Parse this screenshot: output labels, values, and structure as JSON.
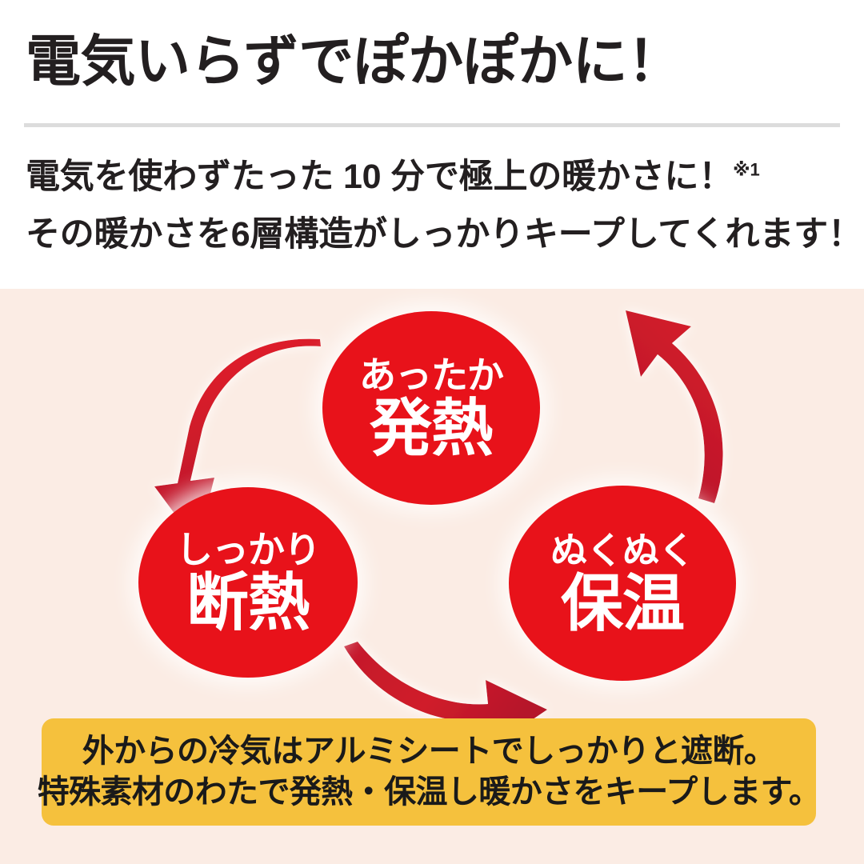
{
  "header": {
    "headline": "電気いらずでぽかぽかに！",
    "subtitle_line1": "電気を使わずたった 10 分で極上の暖かさに！",
    "subtitle_footnote": "※1",
    "subtitle_line2": "その暖かさを6層構造がしっかりキープしてくれます！"
  },
  "diagram": {
    "type": "cycle",
    "bubbles": [
      {
        "id": "heat",
        "small_label": "あったか",
        "big_label": "発熱",
        "position": "top"
      },
      {
        "id": "insulate",
        "small_label": "しっかり",
        "big_label": "断熱",
        "position": "left"
      },
      {
        "id": "warm",
        "small_label": "ぬくぬく",
        "big_label": "保温",
        "position": "right"
      }
    ],
    "arrows": [
      {
        "id": "heat-to-insulate",
        "from": "heat",
        "to": "insulate",
        "direction": "down-left"
      },
      {
        "id": "insulate-to-warm",
        "from": "insulate",
        "to": "warm",
        "direction": "right"
      },
      {
        "id": "warm-to-heat",
        "from": "warm",
        "to": "heat",
        "direction": "up-left"
      }
    ]
  },
  "callout": {
    "line1": "外からの冷気はアルミシートでしっかりと遮断。",
    "line2": "特殊素材のわたで発熱・保温し暖かさをキープします。"
  },
  "colors": {
    "background": "#ffffff",
    "diagram_background": "#fbece4",
    "bubble_red": "#e8121a",
    "arrow_red_light": "#e8222c",
    "arrow_red_dark": "#b5142a",
    "callout_yellow": "#f5c13d",
    "text_dark": "#231f20",
    "divider_gray": "#dcdcdc"
  }
}
